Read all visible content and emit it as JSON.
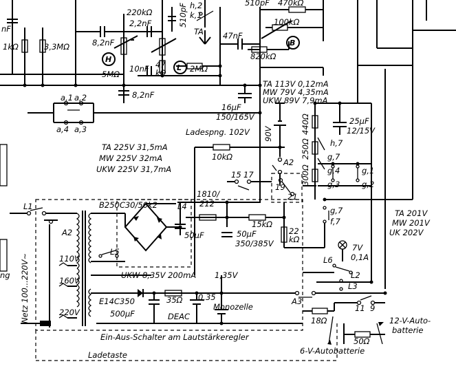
{
  "labels": {
    "r_1k": "1kΩ",
    "r_3m3": "3,3MΩ",
    "nf_top": "nF",
    "c_8n2_a": "8,2nF",
    "r_220k": "220kΩ",
    "c_2n2": "2,2nF",
    "c_510p_a": "510pF",
    "h2": "h,2",
    "k1": "k,1",
    "ta_sw": "TA",
    "c_510p_b": "510pF",
    "r_470k": "470kΩ",
    "r_100k": "100kΩ",
    "c_47n": "47nF",
    "r_820k": "820kΩ",
    "pot_h": "H",
    "pot_h_val": "5MΩ",
    "c_10n": "10nF",
    "r_47k": "47",
    "r_47k_unit": "kΩ",
    "pot_l": "L",
    "r_2m": "2MΩ",
    "pot_b": "B",
    "c_8n2_b": "8,2nF",
    "sw_a1": "a,1",
    "sw_a2": "a,2",
    "sw_a4": "a,4",
    "sw_a3": "a,3",
    "ta_113": "TA 113V 0,12mA",
    "mw_79": "MW 79V 4,35mA",
    "ukw_89": "UKW 89V 7,9mA",
    "c_16u": "16µF",
    "c_16u_v": "150/165V",
    "ladespng": "Ladespng. 102V",
    "v90": "90V",
    "r_440": "440Ω",
    "r_250": "250Ω",
    "r_300": "300Ω",
    "c_25u": "25µF",
    "c_25u_v": "12/15V",
    "h7": "h,7",
    "g7_a": "g,7",
    "g4": "g,4",
    "g1": "g,1",
    "g3": "g,3",
    "g2": "g,2",
    "r_10k": "10kΩ",
    "a2_a": "A2",
    "n15": "15",
    "n17": "17",
    "n19": "19",
    "n21": "21",
    "ta_225": "TA 225V 31,5mA",
    "mw_225": "MW 225V 32mA",
    "ukw_225": "UKW 225V 31,7mA",
    "b250": "B250C30/50k2",
    "l4": "L4",
    "l1": "L1",
    "a2_b": "A2",
    "r_1810": "1810/",
    "r_1810b": "212",
    "r_15k": "15kΩ",
    "c_50u_a": "50µF",
    "c_50u_b": "50µF",
    "c_50u_b_v": "350/385V",
    "r_22k": "22",
    "r_22k_unit": "kΩ",
    "g7_b": "g,7",
    "f7": "f,7",
    "ta_201": "TA 201V",
    "mw_201": "MW 201V",
    "uk_202": "UK 202V",
    "netz": "Netz 100...220V~",
    "v110": "110V",
    "v160": "160V",
    "v220": "220V",
    "l5": "L5",
    "ukw_835": "UKW 8,35V 200mA",
    "v135": "1,35V",
    "lamp": "7V",
    "lamp_i": "0,1A",
    "l6": "L6",
    "l2": "L2",
    "l3": "L3",
    "e14": "E14C350",
    "c_500u": "500µF",
    "r_35": "35Ω",
    "c_0_35": "0,35",
    "deac": "DEAC",
    "monozelle": "Monozelle",
    "a3": "A3",
    "n11": "11",
    "n9": "9",
    "r_18": "18Ω",
    "r_50": "50Ω",
    "bat12": "12-V-Auto-",
    "bat12b": "batterie",
    "bat6": "6-V-Autobatterie",
    "einaus": "Ein-Aus-Schalter am Lautstärkeregler",
    "ladetaste": "Ladetaste",
    "left_ng": "ng"
  }
}
